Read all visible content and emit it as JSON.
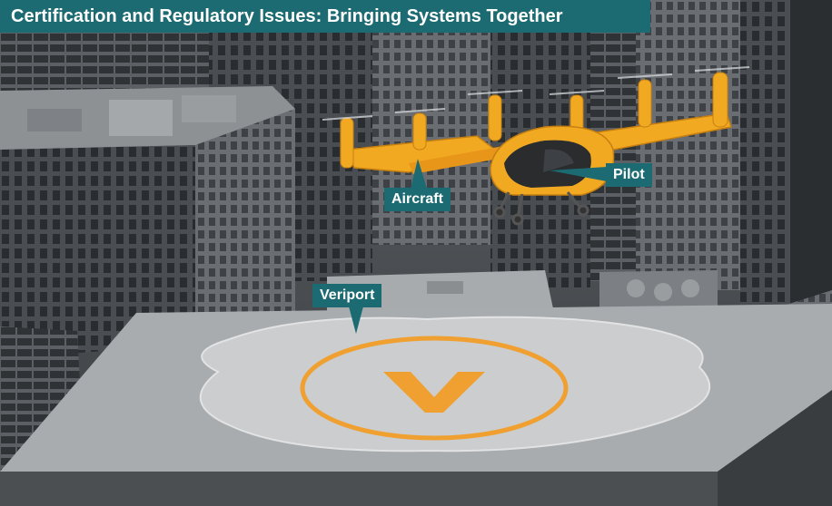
{
  "title": "Certification and Regulatory Issues: Bringing Systems Together",
  "callouts": {
    "aircraft": "Aircraft",
    "pilot": "Pilot",
    "veriport": "Veriport"
  },
  "colors": {
    "banner": "#1c6b72",
    "aircraft_body": "#f2a922",
    "pad_marking": "#f0a030",
    "pad_surface": "#c9cbcd"
  }
}
